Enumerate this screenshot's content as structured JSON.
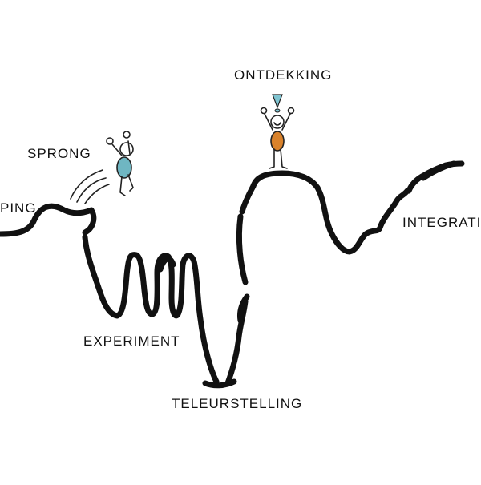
{
  "diagram": {
    "stages": [
      {
        "label": "PING"
      },
      {
        "label": "SPRONG"
      },
      {
        "label": "EXPERIMENT"
      },
      {
        "label": "TELEURSTELLING"
      },
      {
        "label": "ONTDEKKING"
      },
      {
        "label": "INTEGRATIE"
      }
    ],
    "colors": {
      "line": "#111111",
      "jumper_body": "#6fb6c2",
      "discoverer_body": "#d9822b",
      "exclamation": "#7fc4d1"
    },
    "icons": [
      "jumping-figure-icon",
      "celebrating-figure-icon",
      "exclamation-icon"
    ]
  }
}
